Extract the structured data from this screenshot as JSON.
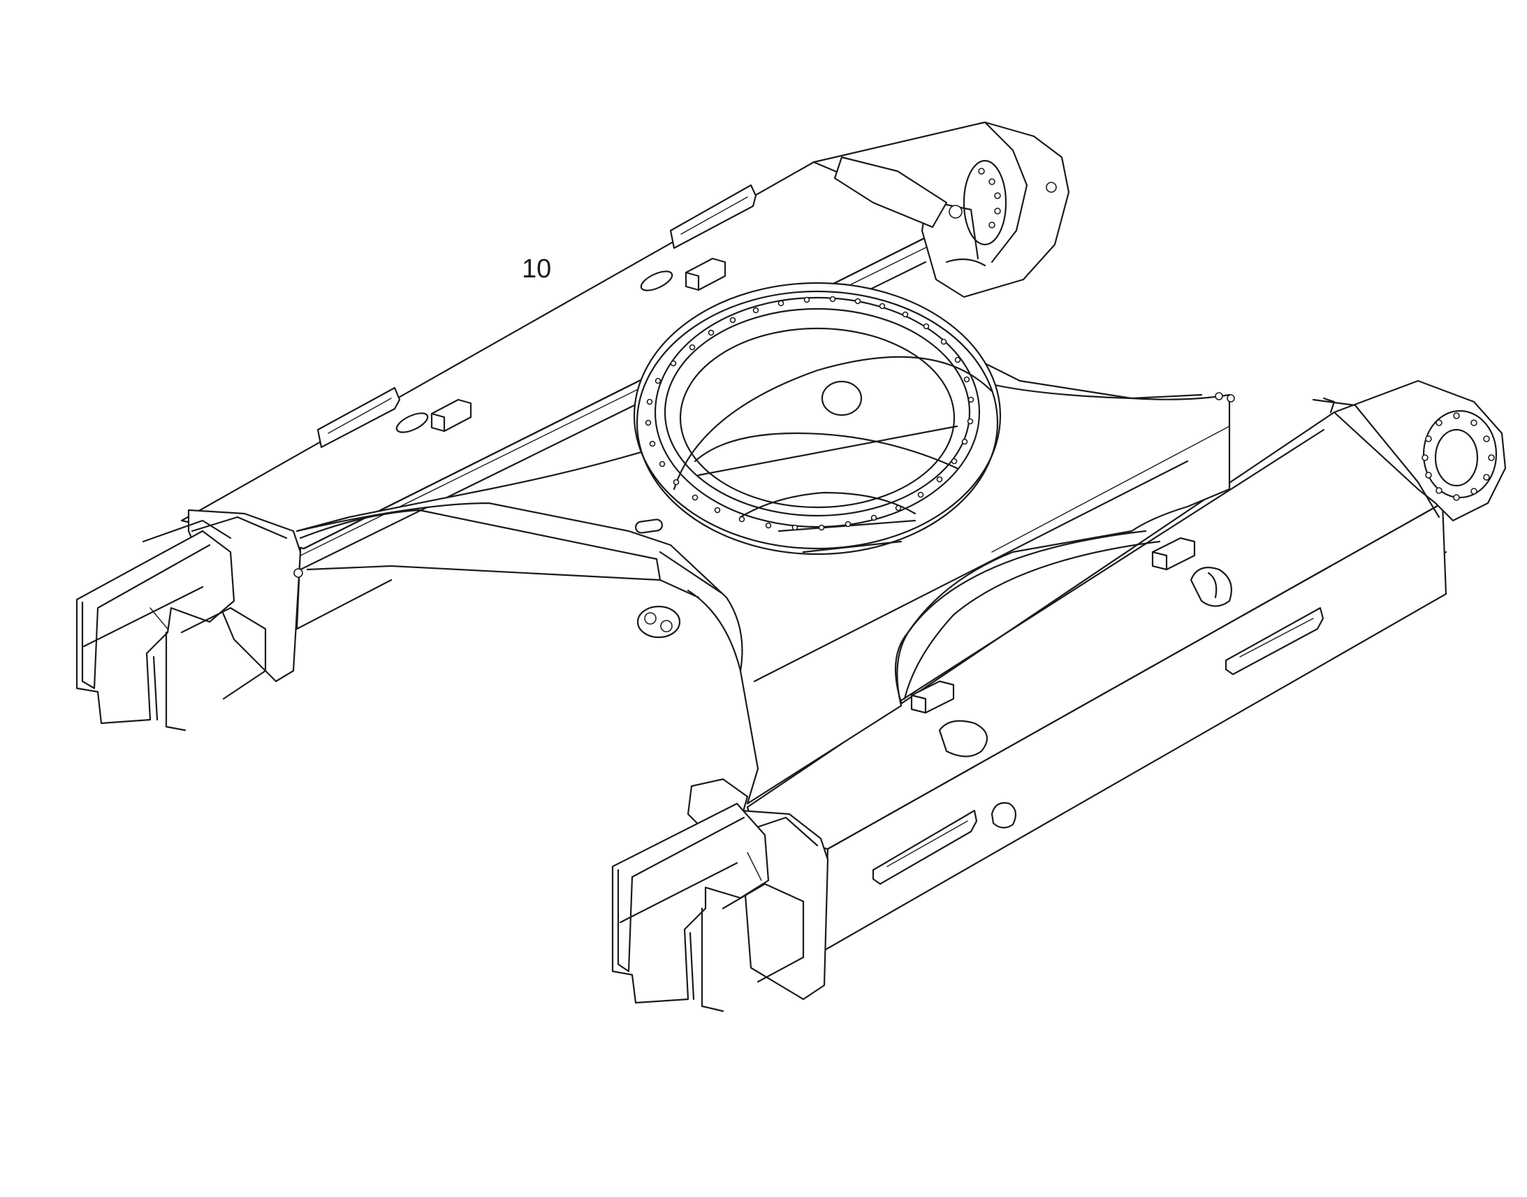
{
  "diagram": {
    "type": "exploded-parts-drawing",
    "callouts": [
      {
        "id": "callout-10",
        "text": "10"
      }
    ]
  }
}
